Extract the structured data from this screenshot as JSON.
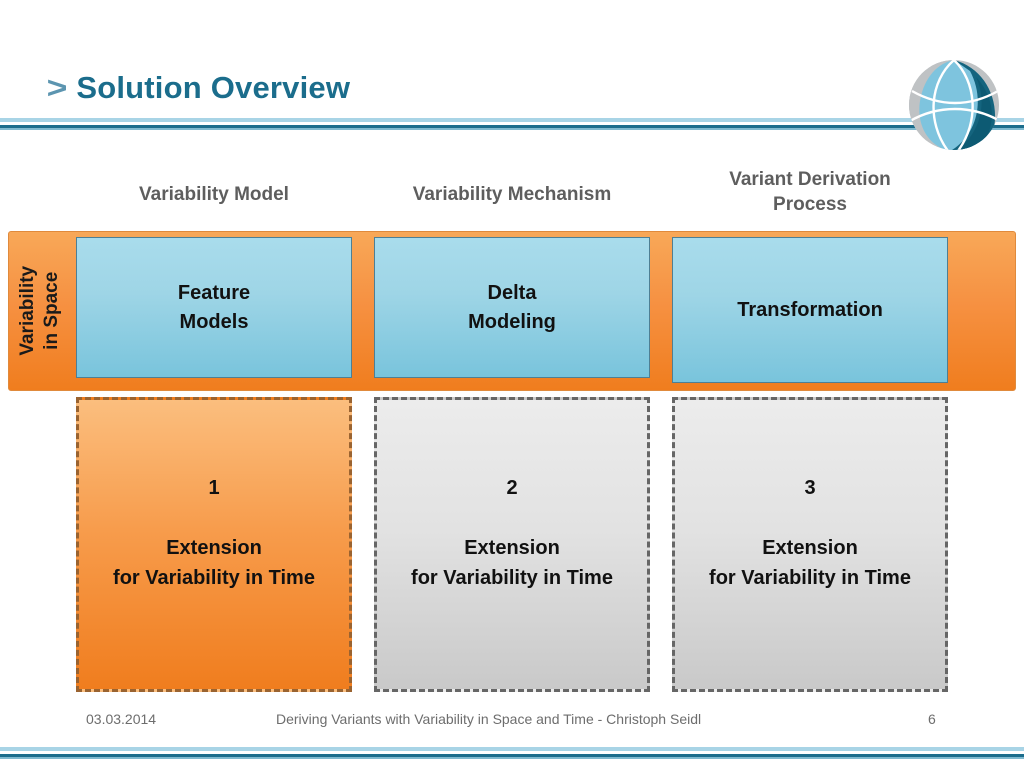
{
  "header": {
    "chevron": ">",
    "title": "Solution Overview",
    "logo_icon": "globe-logo"
  },
  "matrix": {
    "column_headers": [
      "Variability Model",
      "Variability Mechanism",
      "Variant Derivation\nProcess"
    ],
    "space_row": {
      "row_label": "Variability\nin Space",
      "cells": [
        "Feature\nModels",
        "Delta\nModeling",
        "Transformation"
      ]
    },
    "time_row": {
      "cells": [
        {
          "number": "1",
          "caption": "Extension\nfor Variability in Time"
        },
        {
          "number": "2",
          "caption": "Extension\nfor Variability in Time"
        },
        {
          "number": "3",
          "caption": "Extension\nfor Variability in Time"
        }
      ]
    }
  },
  "footer": {
    "date": "03.03.2014",
    "center": "Deriving Variants with Variability in Space and Time - Christoph Seidl",
    "page": "6"
  },
  "colors": {
    "title": "#1b6d8c",
    "chevron": "#5c95b0",
    "rule_light": "#a8d4e6",
    "rule_dark": "#1c6d8c",
    "orange": "#f07d1e",
    "blue_box": "#9ed5e6",
    "gray_box": "#e2e2e2",
    "header_text": "#5e5e5e",
    "footer_text": "#6d6d6d"
  }
}
